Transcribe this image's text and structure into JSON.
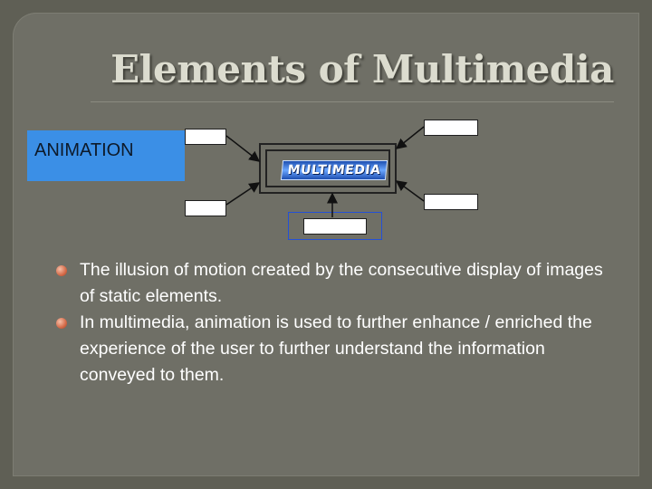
{
  "slide": {
    "title": "Elements of Multimedia",
    "animation_label": "ANIMATION",
    "center_logo_text": "MULTIMEDIA",
    "accent_color": "#3b8fe6",
    "bullet_color": "#d46a48"
  },
  "bullets": [
    "The illusion of motion created by the consecutive display of images of static elements.",
    "In multimedia, animation is used to further enhance / enriched the experience of the user to further understand the information conveyed to them."
  ]
}
